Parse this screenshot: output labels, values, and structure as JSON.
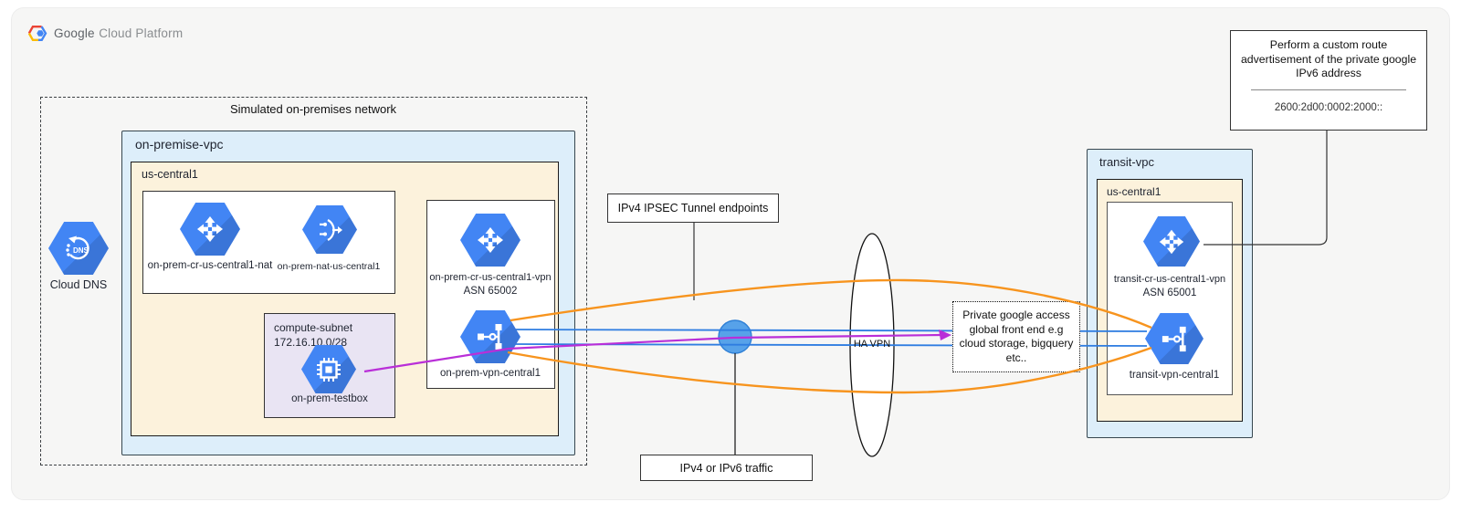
{
  "brand": {
    "name_bold": "Google",
    "name_rest": "Cloud Platform"
  },
  "dns": {
    "label": "Cloud DNS"
  },
  "onprem": {
    "outer_label": "Simulated on-premises network",
    "vpc_label": "on-premise-vpc",
    "region_label": "us-central1",
    "nat_router_label": "on-prem-cr-us-central1-nat",
    "nat_label": "on-prem-nat-us-central1",
    "subnet_title": "compute-subnet\n172.16.10.0/28",
    "testbox_label": "on-prem-testbox",
    "vpn_router_label": "on-prem-cr-us-central1-vpn",
    "vpn_router_asn": "ASN 65002",
    "vpn_gateway_label": "on-prem-vpn-central1"
  },
  "middle": {
    "ipsec_label": "IPv4 IPSEC Tunnel endpoints",
    "traffic_label": "IPv4 or IPv6 traffic",
    "havpn_label": "HA VPN",
    "pga_lines": [
      "Private google access",
      "global front end e.g",
      "cloud storage, bigquery",
      "etc.."
    ]
  },
  "transit": {
    "vpc_label": "transit-vpc",
    "region_label": "us-central1",
    "router_label": "transit-cr-us-central1-vpn",
    "router_asn": "ASN 65001",
    "vpn_gateway_label": "transit-vpn-central1"
  },
  "note": {
    "lines": [
      "Perform a custom route",
      "advertisement of the private google",
      "IPv6 address"
    ],
    "address": "2600:2d00:0002:2000::"
  },
  "colors": {
    "container_blue": "#ddeefa",
    "region_cream": "#fcf2dc",
    "subnet_lavender": "#e9e4f3",
    "icon_blue": "#4285f4",
    "icon_blue_shadow": "#3a75d8",
    "tunnel_orange": "#f7941e",
    "line_blue": "#2f7de1",
    "line_purple": "#b92fd8",
    "traffic_circle_blue": "#57a2e9"
  }
}
